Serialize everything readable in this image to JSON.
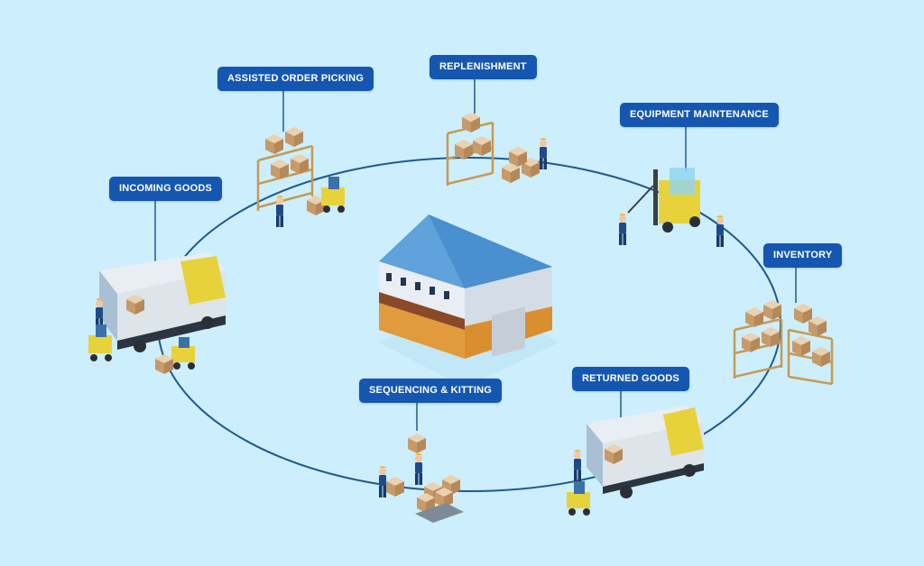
{
  "diagram": {
    "stages": [
      {
        "id": "incoming",
        "label": "INCOMING GOODS"
      },
      {
        "id": "picking",
        "label": "ASSISTED ORDER PICKING"
      },
      {
        "id": "replenishment",
        "label": "REPLENISHMENT"
      },
      {
        "id": "maintenance",
        "label": "EQUIPMENT MAINTENANCE"
      },
      {
        "id": "inventory",
        "label": "INVENTORY"
      },
      {
        "id": "returned",
        "label": "RETURNED GOODS"
      },
      {
        "id": "sequencing",
        "label": "SEQUENCING & KITTING"
      }
    ],
    "center": {
      "icon": "warehouse-icon"
    },
    "colors": {
      "background": "#cdeefc",
      "label": "#1557b0",
      "cycle_line": "#1e5a8f",
      "roof": "#5fa2dc",
      "box": "#d9b48a",
      "forklift": "#e8d23c",
      "worker": "#1e4a8a"
    }
  }
}
